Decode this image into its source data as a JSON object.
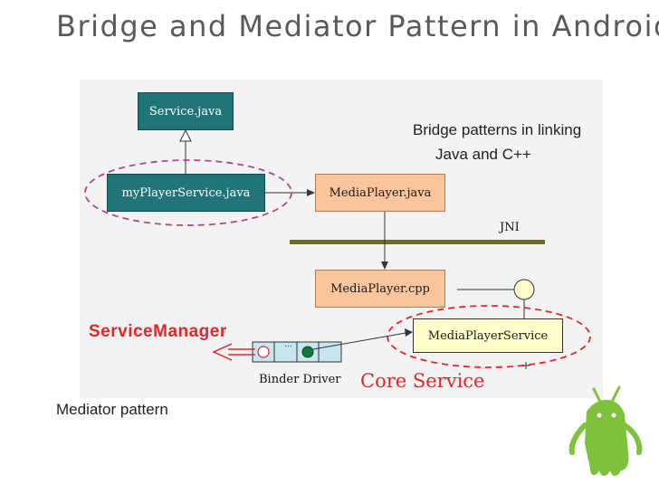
{
  "title": "Bridge and Mediator Pattern in Android",
  "diagram": {
    "service_java": "Service.java",
    "my_player_service": "myPlayerService.java",
    "media_player_java": "MediaPlayer.java",
    "jni": "JNI",
    "media_player_cpp": "MediaPlayer.cpp",
    "media_player_service": "MediaPlayerService",
    "binder_driver": "Binder Driver",
    "binder_dots": "...",
    "service_manager": "ServiceManager",
    "core_service": "Core Service"
  },
  "notes": {
    "bridge": "Bridge patterns in linking",
    "bridge_line2": "Java and C++",
    "mediator": "Mediator pattern"
  },
  "colors": {
    "teal": "#217578",
    "salmon": "#fbc59c",
    "yellow": "#ffffcc",
    "red": "#e4262a",
    "purple_dash": "#b04a86",
    "red_dash": "#e4262a",
    "green_dot": "#0f7a3c",
    "jni_bar": "#6b6b2a",
    "mascot": "#7ec13a"
  },
  "icons": [
    "android-mascot-icon"
  ]
}
